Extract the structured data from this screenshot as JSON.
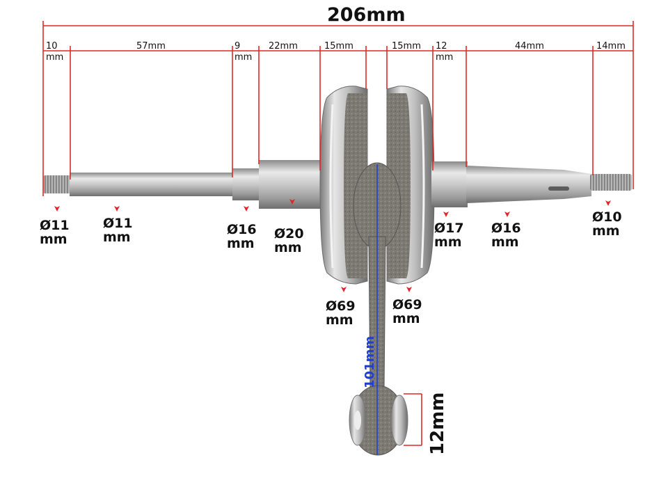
{
  "total_length": "206mm",
  "segments": [
    "10",
    "mm",
    "57mm",
    "9",
    "mm",
    "22mm",
    "15mm",
    "15mm",
    "12",
    "mm",
    "44mm",
    "14mm"
  ],
  "diameters": [
    {
      "value": "Ø11",
      "unit": "mm"
    },
    {
      "value": "Ø11",
      "unit": "mm"
    },
    {
      "value": "Ø16",
      "unit": "mm"
    },
    {
      "value": "Ø20",
      "unit": "mm"
    },
    {
      "value": "Ø17",
      "unit": "mm"
    },
    {
      "value": "Ø16",
      "unit": "mm"
    },
    {
      "value": "Ø10",
      "unit": "mm"
    },
    {
      "value": "Ø69",
      "unit": "mm"
    },
    {
      "value": "Ø69",
      "unit": "mm"
    }
  ],
  "rod_length": "101mm",
  "pin_width": "12mm",
  "colors": {
    "dimension_line": "#e0262c",
    "rod_axis": "#1f3fd0",
    "text": "#111111"
  }
}
